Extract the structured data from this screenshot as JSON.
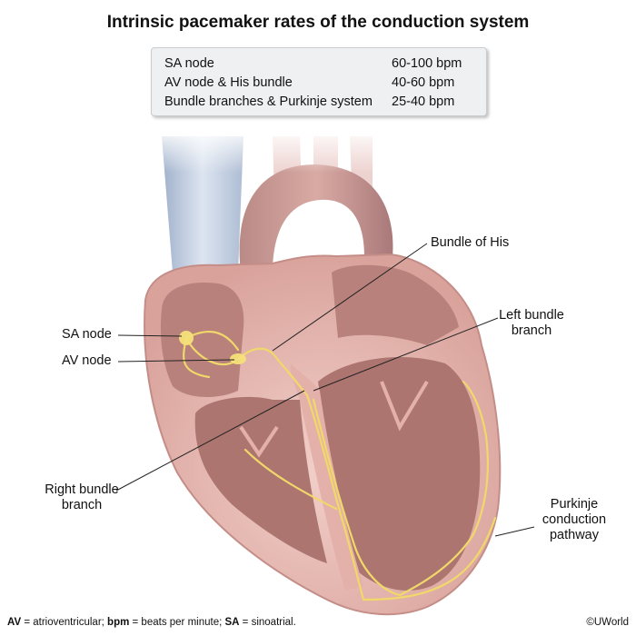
{
  "title": "Intrinsic pacemaker rates of the conduction system",
  "rates": [
    {
      "label": "SA node",
      "value": "60-100 bpm"
    },
    {
      "label": "AV node & His bundle",
      "value": "40-60 bpm"
    },
    {
      "label": "Bundle branches & Purkinje system",
      "value": "25-40 bpm"
    }
  ],
  "labels": {
    "sa_node": "SA node",
    "av_node": "AV node",
    "bundle_of_his": "Bundle of His",
    "left_bundle_1": "Left bundle",
    "left_bundle_2": "branch",
    "right_bundle_1": "Right bundle",
    "right_bundle_2": "branch",
    "purkinje_1": "Purkinje",
    "purkinje_2": "conduction",
    "purkinje_3": "pathway"
  },
  "footer": {
    "av_abbr": "AV",
    "av_def": " = atrioventricular; ",
    "bpm_abbr": "bpm",
    "bpm_def": " = beats per minute; ",
    "sa_abbr": "SA",
    "sa_def": " = sinoatrial."
  },
  "copyright": "©UWorld",
  "colors": {
    "myocardium": "#e9bcb6",
    "chamber": "#b07a76",
    "vessel": "#c8d3e4",
    "conduction": "#f0d86a"
  }
}
